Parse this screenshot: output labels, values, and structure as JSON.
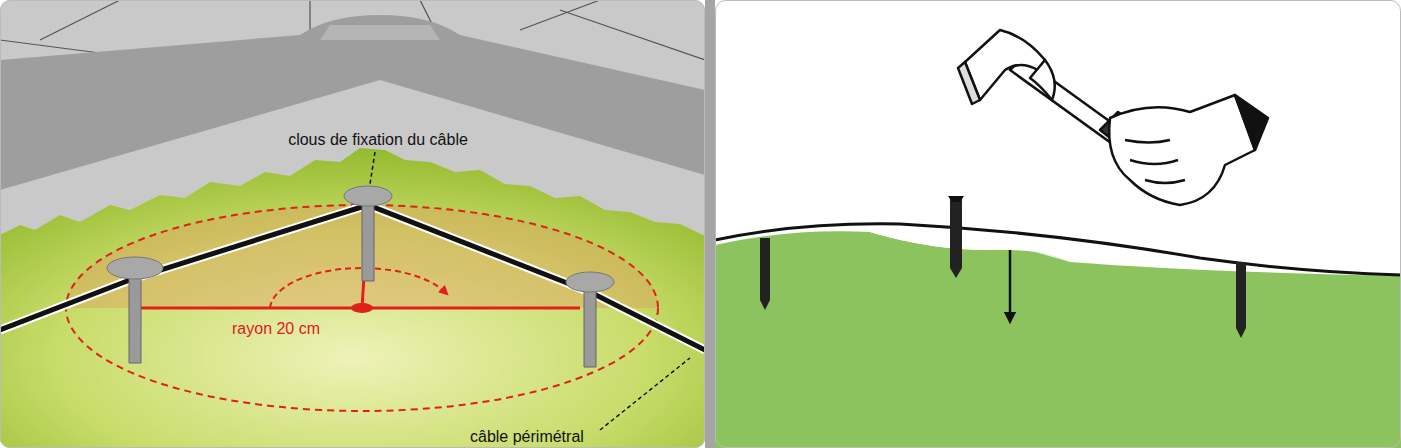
{
  "diagram": {
    "labels": [
      "clous de fixation du câble",
      "rayon 20 cm",
      "câble périmétral"
    ]
  }
}
